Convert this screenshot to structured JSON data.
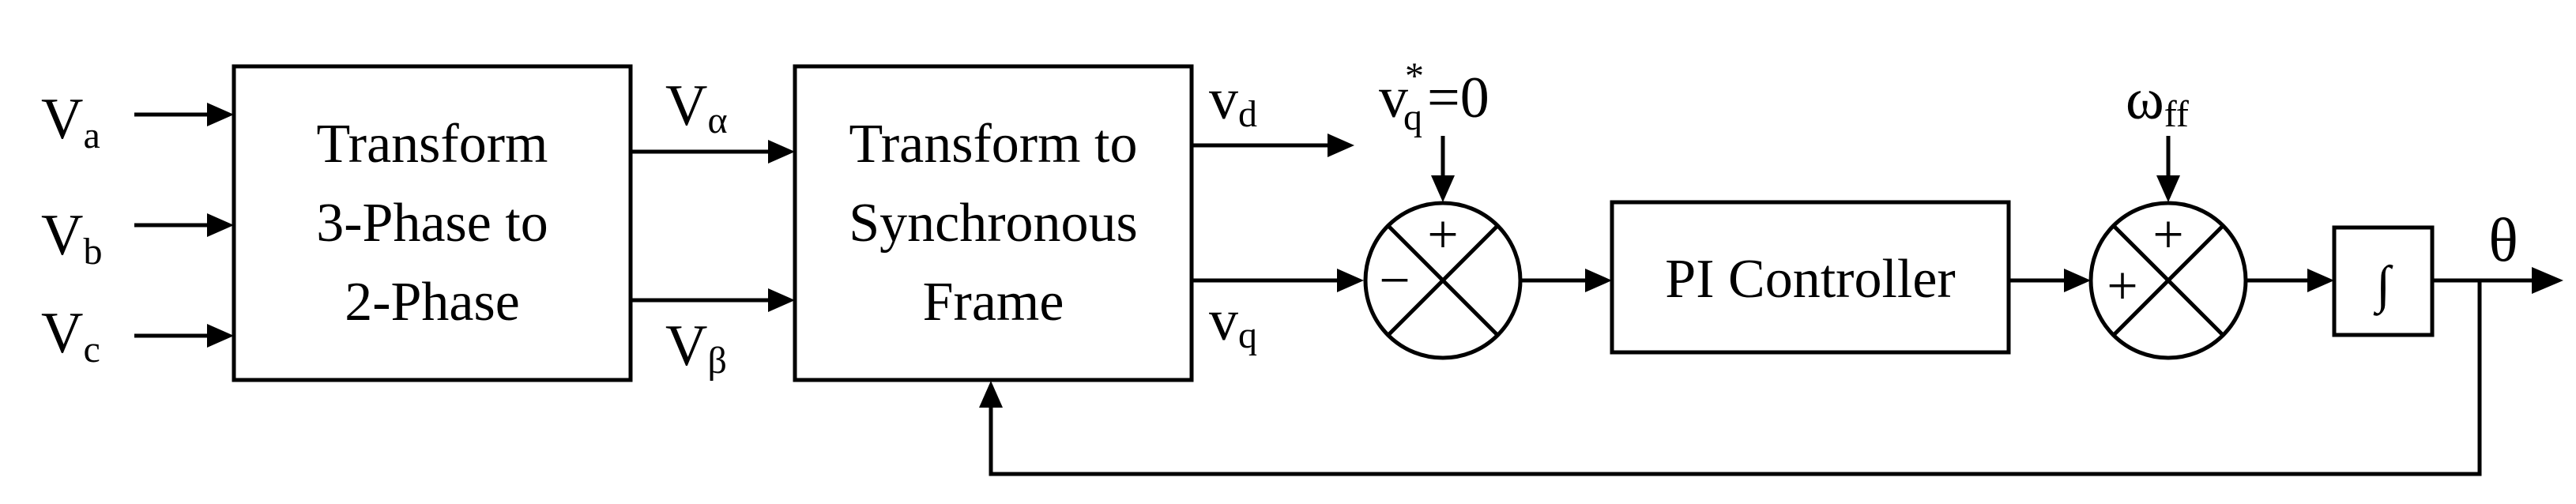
{
  "inputs": {
    "va": {
      "main": "V",
      "sub": "a"
    },
    "vb": {
      "main": "V",
      "sub": "b"
    },
    "vc": {
      "main": "V",
      "sub": "c"
    }
  },
  "blocks": {
    "transform_3to2": {
      "line1": "Transform",
      "line2": "3-Phase to",
      "line3": "2-Phase"
    },
    "transform_sync": {
      "line1": "Transform to",
      "line2": "Synchronous",
      "line3": "Frame"
    },
    "pi": {
      "label": "PI Controller"
    },
    "integrator": {
      "symbol": "∫"
    }
  },
  "signals": {
    "valpha": {
      "main": "V",
      "sub": "α"
    },
    "vbeta": {
      "main": "V",
      "sub": "β"
    },
    "vd": {
      "main": "v",
      "sub": "d"
    },
    "vq": {
      "main": "v",
      "sub": "q"
    },
    "vq_ref": {
      "main": "v",
      "sub": "q",
      "sup": "*",
      "rest": "=0"
    },
    "omega_ff": {
      "main": "ω",
      "sub": "ff"
    },
    "theta": {
      "main": "θ"
    }
  },
  "summers": {
    "s1": {
      "top_sign": "+",
      "left_sign": "−"
    },
    "s2": {
      "top_sign": "+",
      "left_sign": "+"
    }
  }
}
